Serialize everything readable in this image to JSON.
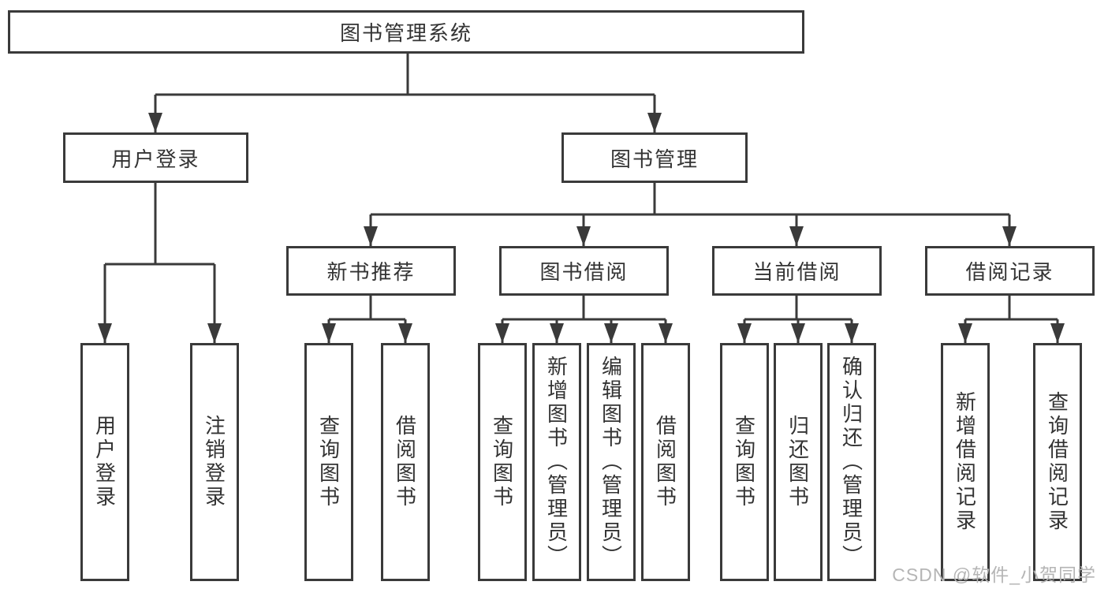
{
  "tree": {
    "root": "图书管理系统",
    "branches": [
      {
        "label": "用户登录",
        "children": [
          {
            "label": "用户登录"
          },
          {
            "label": "注销登录"
          }
        ]
      },
      {
        "label": "图书管理",
        "children": [
          {
            "label": "新书推荐",
            "children": [
              {
                "label": "查询图书"
              },
              {
                "label": "借阅图书"
              }
            ]
          },
          {
            "label": "图书借阅",
            "children": [
              {
                "label": "查询图书"
              },
              {
                "label": "新增图书（管理员）"
              },
              {
                "label": "编辑图书（管理员）"
              },
              {
                "label": "借阅图书"
              }
            ]
          },
          {
            "label": "当前借阅",
            "children": [
              {
                "label": "查询图书"
              },
              {
                "label": "归还图书"
              },
              {
                "label": "确认归还（管理员）"
              }
            ]
          },
          {
            "label": "借阅记录",
            "children": [
              {
                "label": "新增借阅记录"
              },
              {
                "label": "查询借阅记录"
              }
            ]
          }
        ]
      }
    ]
  },
  "watermark": "CSDN @软件_小贺同学",
  "colors": {
    "line": "#3a3a3a",
    "text": "#333333",
    "watermark": "#b5b5b5",
    "background": "#ffffff"
  }
}
